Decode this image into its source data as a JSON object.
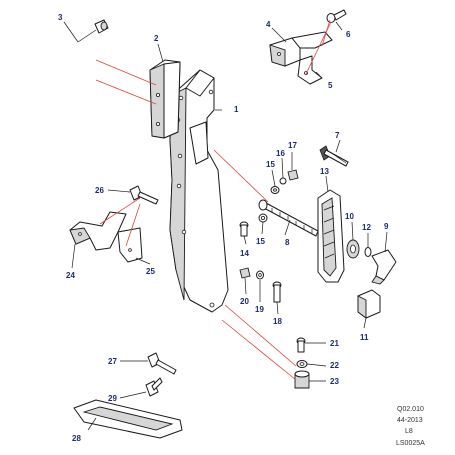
{
  "callouts": {
    "c1": "1",
    "c2": "2",
    "c3": "3",
    "c4": "4",
    "c5": "5",
    "c6": "6",
    "c7": "7",
    "c8": "8",
    "c9": "9",
    "c10": "10",
    "c11": "11",
    "c12": "12",
    "c13": "13",
    "c14": "14",
    "c15a": "15",
    "c15b": "15",
    "c16": "16",
    "c17": "17",
    "c18": "18",
    "c19": "19",
    "c20": "20",
    "c21": "21",
    "c22": "22",
    "c23": "23",
    "c24": "24",
    "c25": "25",
    "c26": "26",
    "c27": "27",
    "c28": "28",
    "c29": "29"
  },
  "reference": {
    "line1": "Q02.010",
    "line2": "44-2013",
    "line3": "L8",
    "line4": "LS0025A"
  },
  "colors": {
    "callout_text": "#1c2a6b",
    "explode_lines": "#d9463b",
    "outline": "#1a1a1a"
  }
}
